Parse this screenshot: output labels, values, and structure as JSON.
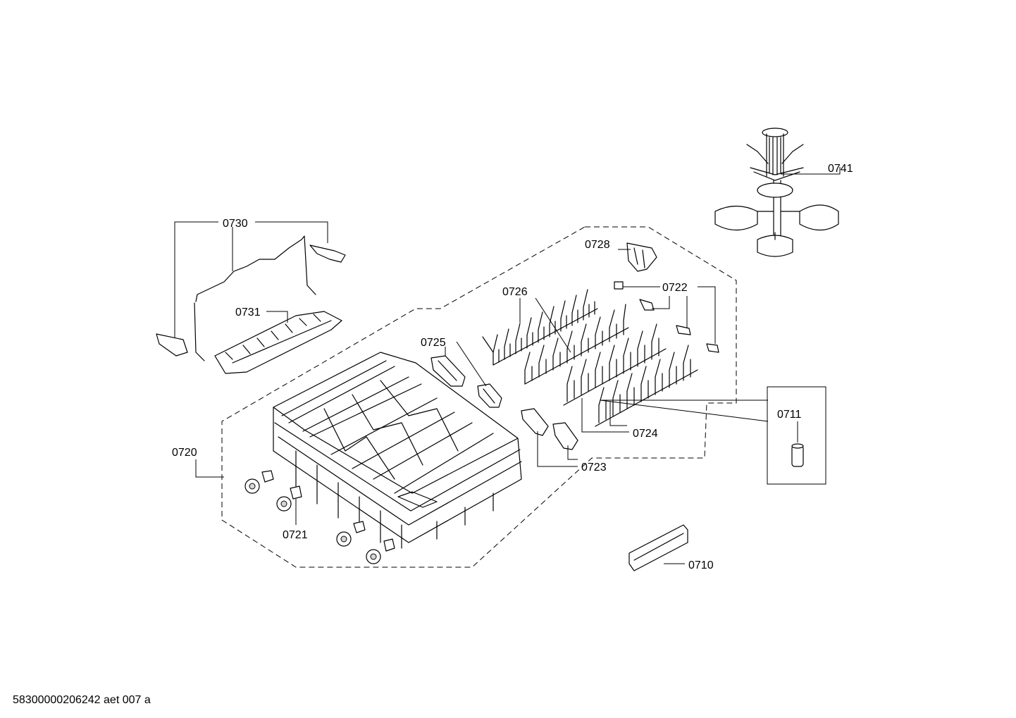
{
  "diagram": {
    "labels": {
      "p0741": "0741",
      "p0730": "0730",
      "p0731": "0731",
      "p0728": "0728",
      "p0726": "0726",
      "p0722": "0722",
      "p0725": "0725",
      "p0711": "0711",
      "p0724": "0724",
      "p0720": "0720",
      "p0723": "0723",
      "p0721": "0721",
      "p0710": "0710"
    },
    "footer": "58300000206242 aet 007 a"
  }
}
